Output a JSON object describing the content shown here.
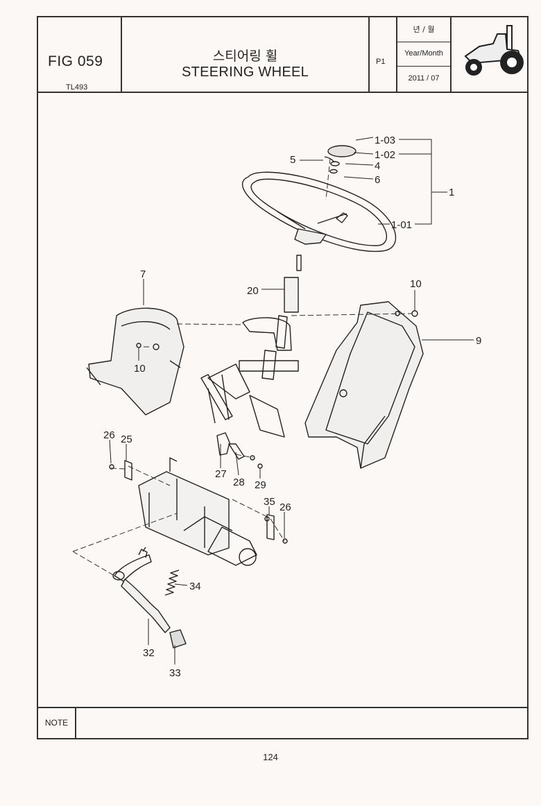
{
  "header": {
    "fig_label": "FIG 059",
    "model": "TL493",
    "title_ko": "스티어링 휠",
    "title_en": "STEERING WHEEL",
    "page_ref": "P1",
    "date_label_ko": "년 / 월",
    "date_label_en": "Year/Month",
    "date_value": "2011 / 07",
    "logo_icon": "tractor-icon"
  },
  "callouts": [
    "1-03",
    "1-02",
    "4",
    "5",
    "6",
    "1",
    "1-01",
    "7",
    "20",
    "10",
    "10",
    "9",
    "26",
    "25",
    "27",
    "28",
    "29",
    "35",
    "26",
    "34",
    "32",
    "33"
  ],
  "note_label": "NOTE",
  "page_number": "124"
}
